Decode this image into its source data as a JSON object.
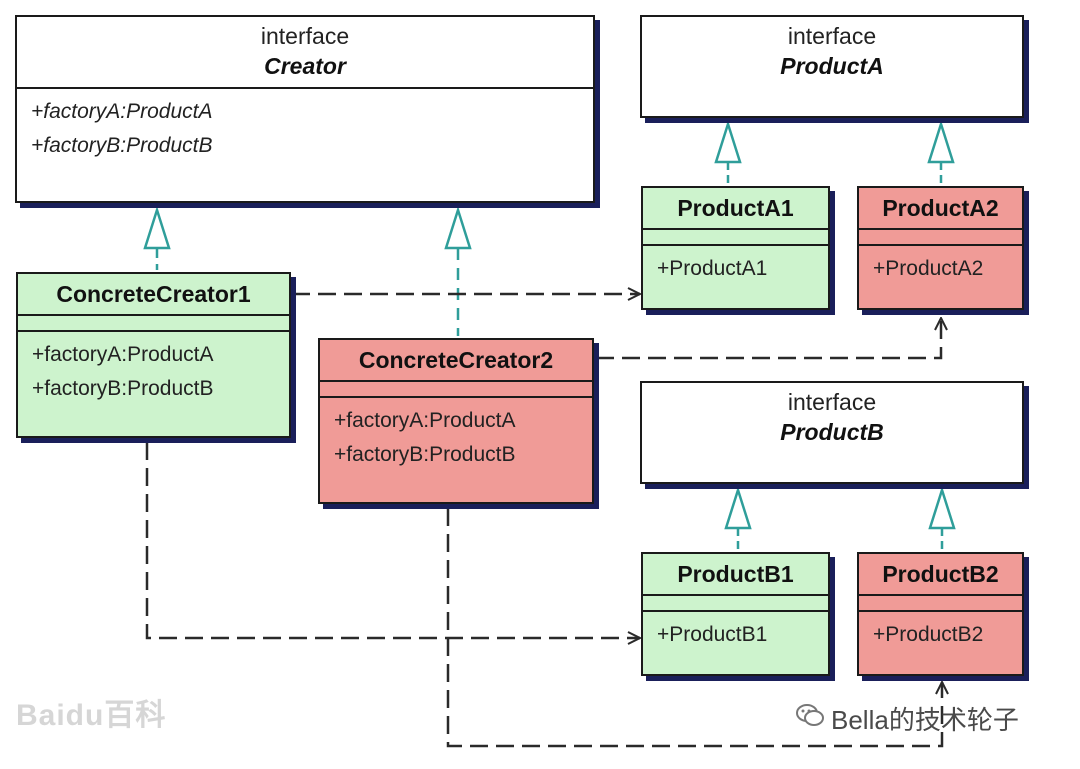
{
  "stereotype": "interface",
  "creator": {
    "name": "Creator",
    "ops": [
      "+factoryA:ProductA",
      "+factoryB:ProductB"
    ]
  },
  "product_a": {
    "name": "ProductA"
  },
  "product_b": {
    "name": "ProductB"
  },
  "concrete_creator_1": {
    "name": "ConcreteCreator1",
    "ops": [
      "+factoryA:ProductA",
      "+factoryB:ProductB"
    ]
  },
  "concrete_creator_2": {
    "name": "ConcreteCreator2",
    "ops": [
      "+factoryA:ProductA",
      "+factoryB:ProductB"
    ]
  },
  "product_a1": {
    "name": "ProductA1",
    "ops": [
      "+ProductA1"
    ]
  },
  "product_a2": {
    "name": "ProductA2",
    "ops": [
      "+ProductA2"
    ]
  },
  "product_b1": {
    "name": "ProductB1",
    "ops": [
      "+ProductB1"
    ]
  },
  "product_b2": {
    "name": "ProductB2",
    "ops": [
      "+ProductB2"
    ]
  },
  "watermarks": {
    "left": "Baidu百科",
    "right_icon": "wechat-icon",
    "right_text": "Bella的技术轮子"
  },
  "colors": {
    "interface_fill": "#ffffff",
    "group1_fill": "#cdf3cd",
    "group2_fill": "#f09b97",
    "connector": "#2a2a2a",
    "realization_arrow": "#2f9e9a",
    "shadow": "#1a1f5a"
  }
}
